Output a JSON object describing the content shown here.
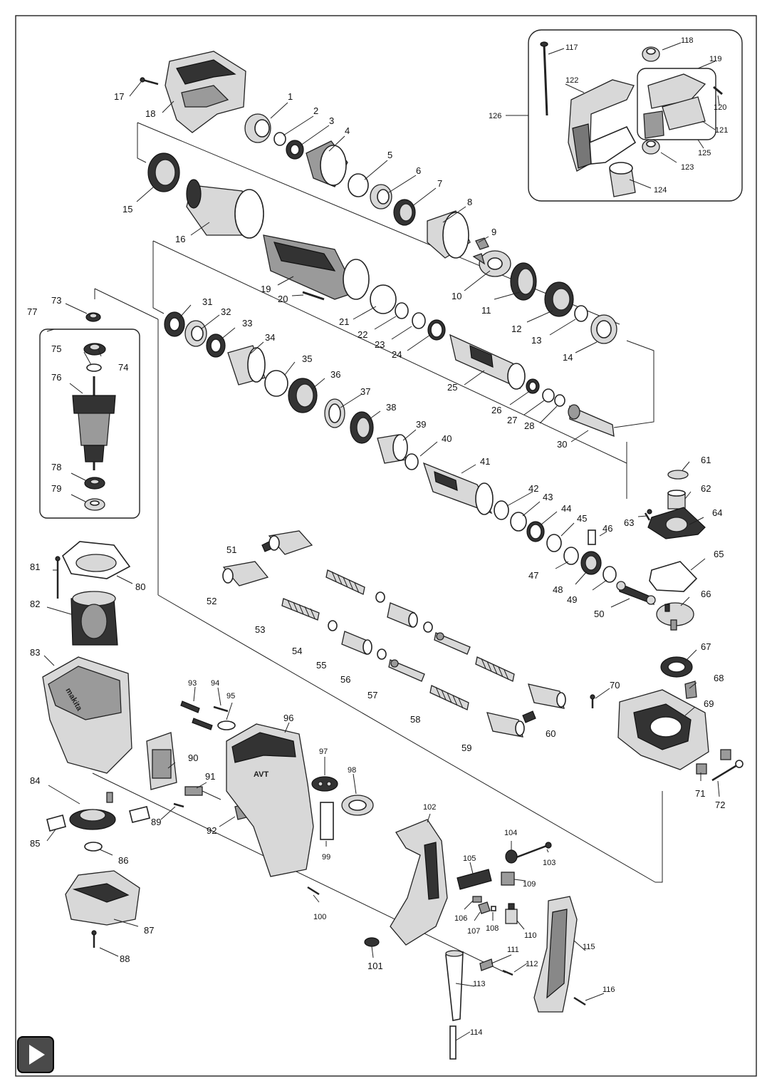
{
  "labels": [
    "1",
    "2",
    "3",
    "4",
    "5",
    "6",
    "7",
    "8",
    "9",
    "10",
    "11",
    "12",
    "13",
    "14",
    "15",
    "16",
    "17",
    "18",
    "19",
    "20",
    "21",
    "22",
    "23",
    "24",
    "25",
    "26",
    "27",
    "28",
    "30",
    "31",
    "32",
    "33",
    "34",
    "35",
    "36",
    "37",
    "38",
    "39",
    "40",
    "41",
    "42",
    "43",
    "44",
    "45",
    "46",
    "47",
    "48",
    "49",
    "50",
    "51",
    "52",
    "53",
    "54",
    "55",
    "56",
    "57",
    "58",
    "59",
    "60",
    "61",
    "62",
    "63",
    "64",
    "65",
    "66",
    "67",
    "68",
    "69",
    "70",
    "71",
    "72",
    "73",
    "74",
    "75",
    "76",
    "77",
    "78",
    "79",
    "80",
    "81",
    "82",
    "83",
    "84",
    "85",
    "86",
    "87",
    "88",
    "89",
    "90",
    "91",
    "92",
    "93",
    "94",
    "95",
    "96",
    "97",
    "98",
    "99",
    "100",
    "101",
    "102",
    "103",
    "104",
    "105",
    "106",
    "107",
    "108",
    "109",
    "110",
    "111",
    "112",
    "113",
    "114",
    "115",
    "116",
    "117",
    "118",
    "119",
    "120",
    "121",
    "122",
    "123",
    "124",
    "125",
    "126"
  ],
  "logo_text": "makita",
  "housing_mark": "AVT",
  "controls": {
    "play_icon": "play-icon"
  }
}
